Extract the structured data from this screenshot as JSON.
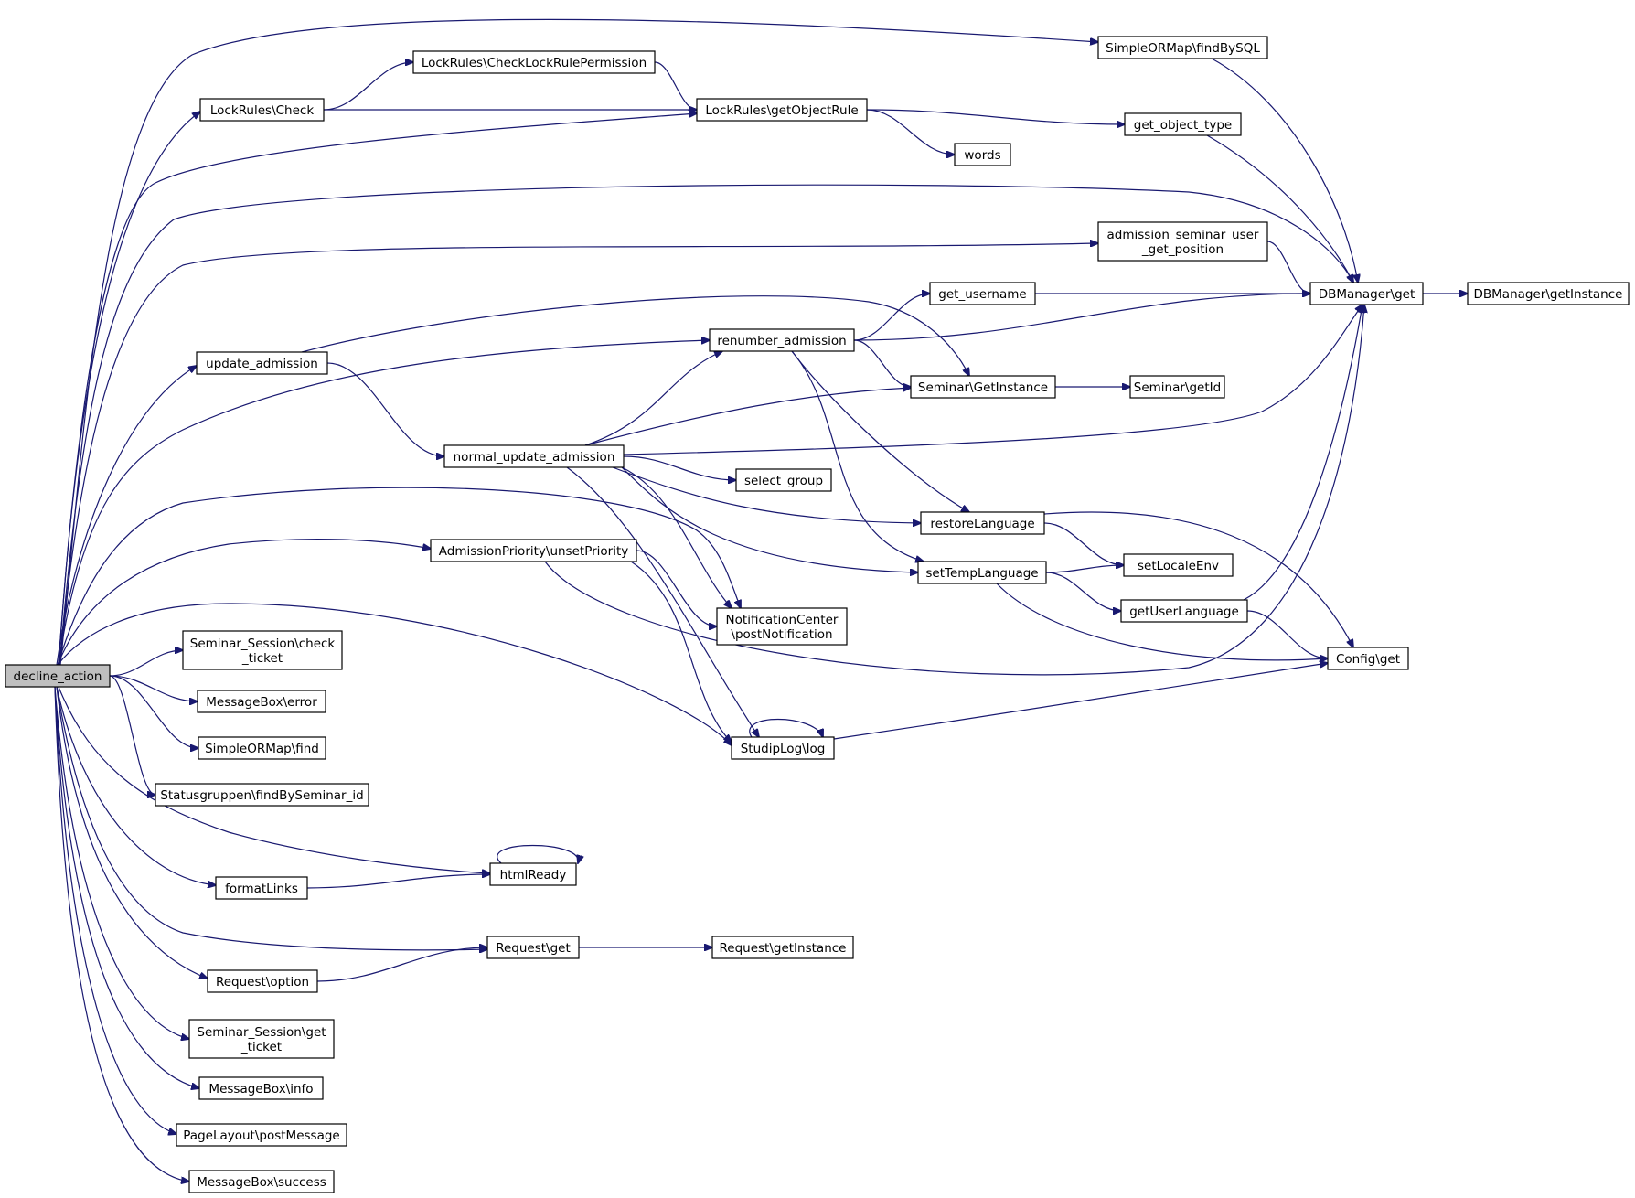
{
  "diagram": {
    "root": "decline_action",
    "colors": {
      "edge": "#191970",
      "node_border": "#000000",
      "root_fill": "#bfbfbf",
      "node_fill": "#ffffff"
    },
    "nodes": [
      {
        "id": "decline_action",
        "lines": [
          "decline_action"
        ],
        "root": true
      },
      {
        "id": "lr_check",
        "lines": [
          "LockRules\\Check"
        ]
      },
      {
        "id": "lr_cclrp",
        "lines": [
          "LockRules\\CheckLockRulePermission"
        ]
      },
      {
        "id": "lr_gor",
        "lines": [
          "LockRules\\getObjectRule"
        ]
      },
      {
        "id": "sorm_fbs",
        "lines": [
          "SimpleORMap\\findBySQL"
        ]
      },
      {
        "id": "got",
        "lines": [
          "get_object_type"
        ]
      },
      {
        "id": "words",
        "lines": [
          "words"
        ]
      },
      {
        "id": "asugp",
        "lines": [
          "admission_seminar_user",
          "_get_position"
        ]
      },
      {
        "id": "dbm_get",
        "lines": [
          "DBManager\\get"
        ]
      },
      {
        "id": "dbm_gi",
        "lines": [
          "DBManager\\getInstance"
        ]
      },
      {
        "id": "get_username",
        "lines": [
          "get_username"
        ]
      },
      {
        "id": "update_admission",
        "lines": [
          "update_admission"
        ]
      },
      {
        "id": "renumber_admission",
        "lines": [
          "renumber_admission"
        ]
      },
      {
        "id": "sem_gi",
        "lines": [
          "Seminar\\GetInstance"
        ]
      },
      {
        "id": "sem_getid",
        "lines": [
          "Seminar\\getId"
        ]
      },
      {
        "id": "nua",
        "lines": [
          "normal_update_admission"
        ]
      },
      {
        "id": "select_group",
        "lines": [
          "select_group"
        ]
      },
      {
        "id": "restoreLanguage",
        "lines": [
          "restoreLanguage"
        ]
      },
      {
        "id": "ap_up",
        "lines": [
          "AdmissionPriority\\unsetPriority"
        ]
      },
      {
        "id": "setTempLanguage",
        "lines": [
          "setTempLanguage"
        ]
      },
      {
        "id": "setLocaleEnv",
        "lines": [
          "setLocaleEnv"
        ]
      },
      {
        "id": "getUserLanguage",
        "lines": [
          "getUserLanguage"
        ]
      },
      {
        "id": "nc_pn",
        "lines": [
          "NotificationCenter",
          "\\postNotification"
        ]
      },
      {
        "id": "config_get",
        "lines": [
          "Config\\get"
        ]
      },
      {
        "id": "ss_check",
        "lines": [
          "Seminar_Session\\check",
          "_ticket"
        ]
      },
      {
        "id": "mb_error",
        "lines": [
          "MessageBox\\error"
        ]
      },
      {
        "id": "sorm_find",
        "lines": [
          "SimpleORMap\\find"
        ]
      },
      {
        "id": "sl_log",
        "lines": [
          "StudipLog\\log"
        ]
      },
      {
        "id": "sg_fbsi",
        "lines": [
          "Statusgruppen\\findBySeminar_id"
        ]
      },
      {
        "id": "htmlReady",
        "lines": [
          "htmlReady"
        ]
      },
      {
        "id": "formatLinks",
        "lines": [
          "formatLinks"
        ]
      },
      {
        "id": "req_get",
        "lines": [
          "Request\\get"
        ]
      },
      {
        "id": "req_gi",
        "lines": [
          "Request\\getInstance"
        ]
      },
      {
        "id": "req_option",
        "lines": [
          "Request\\option"
        ]
      },
      {
        "id": "ss_get",
        "lines": [
          "Seminar_Session\\get",
          "_ticket"
        ]
      },
      {
        "id": "mb_info",
        "lines": [
          "MessageBox\\info"
        ]
      },
      {
        "id": "pl_pm",
        "lines": [
          "PageLayout\\postMessage"
        ]
      },
      {
        "id": "mb_success",
        "lines": [
          "MessageBox\\success"
        ]
      }
    ],
    "edges": [
      [
        "decline_action",
        "sorm_fbs"
      ],
      [
        "decline_action",
        "lr_check"
      ],
      [
        "decline_action",
        "lr_gor"
      ],
      [
        "decline_action",
        "dbm_get"
      ],
      [
        "decline_action",
        "asugp"
      ],
      [
        "decline_action",
        "update_admission"
      ],
      [
        "decline_action",
        "renumber_admission"
      ],
      [
        "decline_action",
        "nc_pn"
      ],
      [
        "decline_action",
        "ap_up"
      ],
      [
        "decline_action",
        "sl_log"
      ],
      [
        "decline_action",
        "ss_check"
      ],
      [
        "decline_action",
        "mb_error"
      ],
      [
        "decline_action",
        "sorm_find"
      ],
      [
        "decline_action",
        "sg_fbsi"
      ],
      [
        "decline_action",
        "htmlReady"
      ],
      [
        "decline_action",
        "formatLinks"
      ],
      [
        "decline_action",
        "req_get"
      ],
      [
        "decline_action",
        "req_option"
      ],
      [
        "decline_action",
        "ss_get"
      ],
      [
        "decline_action",
        "mb_info"
      ],
      [
        "decline_action",
        "pl_pm"
      ],
      [
        "decline_action",
        "mb_success"
      ],
      [
        "lr_check",
        "lr_cclrp"
      ],
      [
        "lr_check",
        "lr_gor"
      ],
      [
        "lr_cclrp",
        "lr_gor"
      ],
      [
        "lr_gor",
        "got"
      ],
      [
        "lr_gor",
        "words"
      ],
      [
        "got",
        "dbm_get"
      ],
      [
        "sorm_fbs",
        "dbm_get"
      ],
      [
        "asugp",
        "dbm_get"
      ],
      [
        "dbm_get",
        "dbm_gi"
      ],
      [
        "get_username",
        "dbm_get"
      ],
      [
        "update_admission",
        "sem_gi"
      ],
      [
        "update_admission",
        "nua"
      ],
      [
        "renumber_admission",
        "get_username"
      ],
      [
        "renumber_admission",
        "dbm_get"
      ],
      [
        "renumber_admission",
        "sem_gi"
      ],
      [
        "renumber_admission",
        "restoreLanguage"
      ],
      [
        "renumber_admission",
        "setTempLanguage"
      ],
      [
        "sem_gi",
        "sem_getid"
      ],
      [
        "nua",
        "renumber_admission"
      ],
      [
        "nua",
        "sem_gi"
      ],
      [
        "nua",
        "dbm_get"
      ],
      [
        "nua",
        "select_group"
      ],
      [
        "nua",
        "restoreLanguage"
      ],
      [
        "nua",
        "setTempLanguage"
      ],
      [
        "nua",
        "nc_pn"
      ],
      [
        "nua",
        "sl_log"
      ],
      [
        "restoreLanguage",
        "setLocaleEnv"
      ],
      [
        "restoreLanguage",
        "config_get"
      ],
      [
        "setTempLanguage",
        "setLocaleEnv"
      ],
      [
        "setTempLanguage",
        "getUserLanguage"
      ],
      [
        "setTempLanguage",
        "config_get"
      ],
      [
        "getUserLanguage",
        "dbm_get"
      ],
      [
        "getUserLanguage",
        "config_get"
      ],
      [
        "ap_up",
        "nc_pn"
      ],
      [
        "ap_up",
        "sl_log"
      ],
      [
        "ap_up",
        "dbm_get"
      ],
      [
        "sl_log",
        "sl_log"
      ],
      [
        "sl_log",
        "config_get"
      ],
      [
        "htmlReady",
        "htmlReady"
      ],
      [
        "formatLinks",
        "htmlReady"
      ],
      [
        "req_get",
        "req_gi"
      ],
      [
        "req_option",
        "req_get"
      ]
    ]
  }
}
